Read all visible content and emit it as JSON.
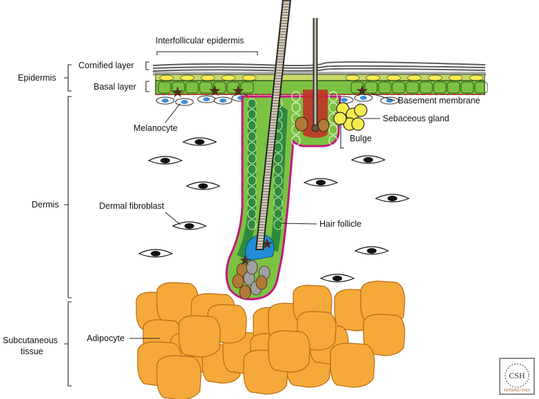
{
  "labels": {
    "interfollicular_epidermis": "Interfollicular epidermis",
    "epidermis": "Epidermis",
    "cornified_layer": "Cornified layer",
    "basal_layer": "Basal layer",
    "basement_membrane": "Basement membrane",
    "sebaceous_gland": "Sebaceous gland",
    "melanocyte": "Melanocyte",
    "bulge": "Bulge",
    "dermis": "Dermis",
    "dermal_fibroblast": "Dermal fibroblast",
    "hair_follicle": "Hair follicle",
    "subcutaneous_tissue_line1": "Subcutaneous",
    "subcutaneous_tissue_line2": "tissue",
    "adipocyte": "Adipocyte"
  },
  "logo": {
    "line1": "CSH",
    "line2": "PERSPECTIVES"
  },
  "colors": {
    "basal_green": "#7cc242",
    "follicle_dark_green": "#2e8b3e",
    "suprabasal_yellow": "#f2e84a",
    "cornified_gray": "#9a9a9a",
    "basement_red": "#d62a1e",
    "follicle_outline_magenta": "#c0187e",
    "dermal_papilla_blue": "#1f8fd6",
    "matrix_brown": "#b07a3a",
    "adipocyte_orange": "#f5a93a",
    "sebocyte_yellow": "#f7ec4e",
    "melanocyte_brown": "#4a2a1a",
    "nucleus_blue": "#3a8fd8"
  }
}
